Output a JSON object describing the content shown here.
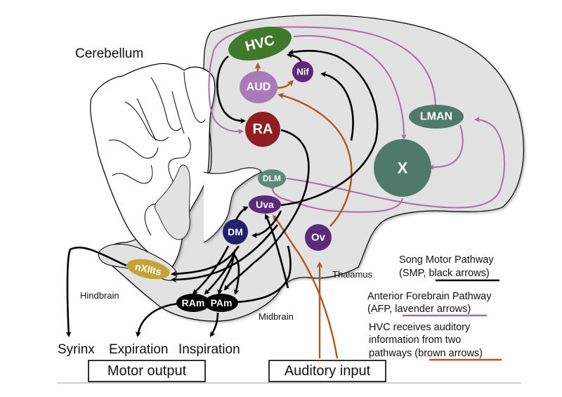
{
  "title_label": "Cerebellum",
  "colors": {
    "smp": "#000000",
    "afp": "#b26aa6",
    "auditory": "#b0561e",
    "brain_fill": "#e2e2e2",
    "hvc": "#3f7a2a",
    "aud": "#a97bb9",
    "nif": "#5b2a78",
    "ra": "#8e1e22",
    "lman": "#4f7a6b",
    "x": "#4f7a6b",
    "dlm": "#5b8a78",
    "uva": "#5b2a78",
    "dm": "#23206e",
    "ov": "#5b2a78",
    "nxiits": "#c4a235",
    "ram": "#000000",
    "pam": "#000000"
  },
  "nodes": {
    "hvc": "HVC",
    "aud": "AUD",
    "nif": "Nif",
    "ra": "RA",
    "lman": "LMAN",
    "x": "X",
    "dlm": "DLM",
    "uva": "Uva",
    "dm": "DM",
    "ov": "Ov",
    "nxiits": "nXIIts",
    "ram": "RAm",
    "pam": "PAm"
  },
  "regions": {
    "hindbrain": "Hindbrain",
    "midbrain": "Midbrain",
    "thalamus": "Thalamus"
  },
  "outputs": {
    "syrinx": "Syrinx",
    "expiration": "Expiration",
    "inspiration": "Inspiration"
  },
  "boxes": {
    "motor_output": "Motor output",
    "auditory_input": "Auditory input"
  },
  "legend": {
    "smp": {
      "line1": "Song Motor Pathway",
      "line2_prefix": "(SMP, ",
      "line2_highlight": "black arrows",
      "line2_suffix": ")"
    },
    "afp": {
      "line1": "Anterior Forebrain Pathway",
      "line2_prefix": "(AFP, ",
      "line2_highlight": "lavender  arrows",
      "line2_suffix": ")"
    },
    "auditory": {
      "line1": "HVC receives auditory",
      "line2": "information from two",
      "line3_prefix": "pathways (",
      "line3_highlight": "brown  arrows",
      "line3_suffix": ")"
    }
  }
}
